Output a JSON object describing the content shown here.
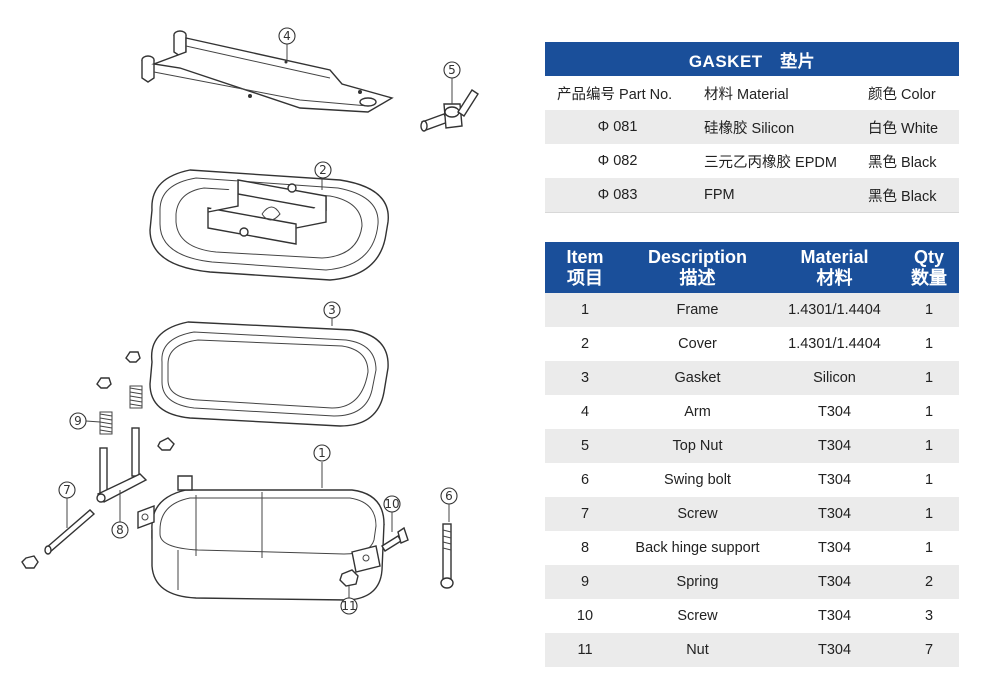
{
  "diagram": {
    "callouts": [
      "4",
      "5",
      "2",
      "3",
      "9",
      "1",
      "7",
      "8",
      "10",
      "6",
      "11"
    ]
  },
  "gasket_table": {
    "title": "GASKET　垫片",
    "header": {
      "part_no": "产品编号 Part No.",
      "material": "材料 Material",
      "color": "颜色 Color"
    },
    "rows": [
      {
        "part_no": "Φ 081",
        "material": "硅橡胶 Silicon",
        "color": "白色 White"
      },
      {
        "part_no": "Φ 082",
        "material": "三元乙丙橡胶 EPDM",
        "color": "黑色 Black"
      },
      {
        "part_no": "Φ 083",
        "material": "FPM",
        "color": "黑色 Black"
      }
    ]
  },
  "parts_table": {
    "header": {
      "item_en": "Item",
      "item_zh": "项目",
      "desc_en": "Description",
      "desc_zh": "描述",
      "material_en": "Material",
      "material_zh": "材料",
      "qty_en": "Qty",
      "qty_zh": "数量"
    },
    "rows": [
      {
        "item": "1",
        "description": "Frame",
        "material": "1.4301/1.4404",
        "qty": "1"
      },
      {
        "item": "2",
        "description": "Cover",
        "material": "1.4301/1.4404",
        "qty": "1"
      },
      {
        "item": "3",
        "description": "Gasket",
        "material": "Silicon",
        "qty": "1"
      },
      {
        "item": "4",
        "description": "Arm",
        "material": "T304",
        "qty": "1"
      },
      {
        "item": "5",
        "description": "Top Nut",
        "material": "T304",
        "qty": "1"
      },
      {
        "item": "6",
        "description": "Swing bolt",
        "material": "T304",
        "qty": "1"
      },
      {
        "item": "7",
        "description": "Screw",
        "material": "T304",
        "qty": "1"
      },
      {
        "item": "8",
        "description": "Back hinge support",
        "material": "T304",
        "qty": "1"
      },
      {
        "item": "9",
        "description": "Spring",
        "material": "T304",
        "qty": "2"
      },
      {
        "item": "10",
        "description": "Screw",
        "material": "T304",
        "qty": "3"
      },
      {
        "item": "11",
        "description": "Nut",
        "material": "T304",
        "qty": "7"
      }
    ]
  },
  "colors": {
    "header_blue": "#1a4f9a",
    "row_shade": "#ebebeb",
    "line": "#333333"
  }
}
